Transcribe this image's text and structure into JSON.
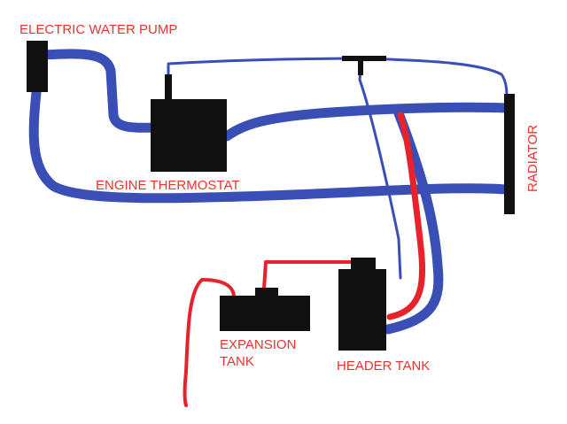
{
  "labels": {
    "pump": "ELECTRIC WATER PUMP",
    "engine": "ENGINE THERMOSTAT",
    "radiator": "RADIATOR",
    "expansion_line1": "EXPANSION",
    "expansion_line2": "TANK",
    "header": "HEADER TANK"
  },
  "colors": {
    "coolant_pipe": "#3a4fb5",
    "hot_pipe": "#e8222a",
    "thin_pipe": "#3a4fb5",
    "component": "#111111",
    "label_text": "#e8332e"
  }
}
